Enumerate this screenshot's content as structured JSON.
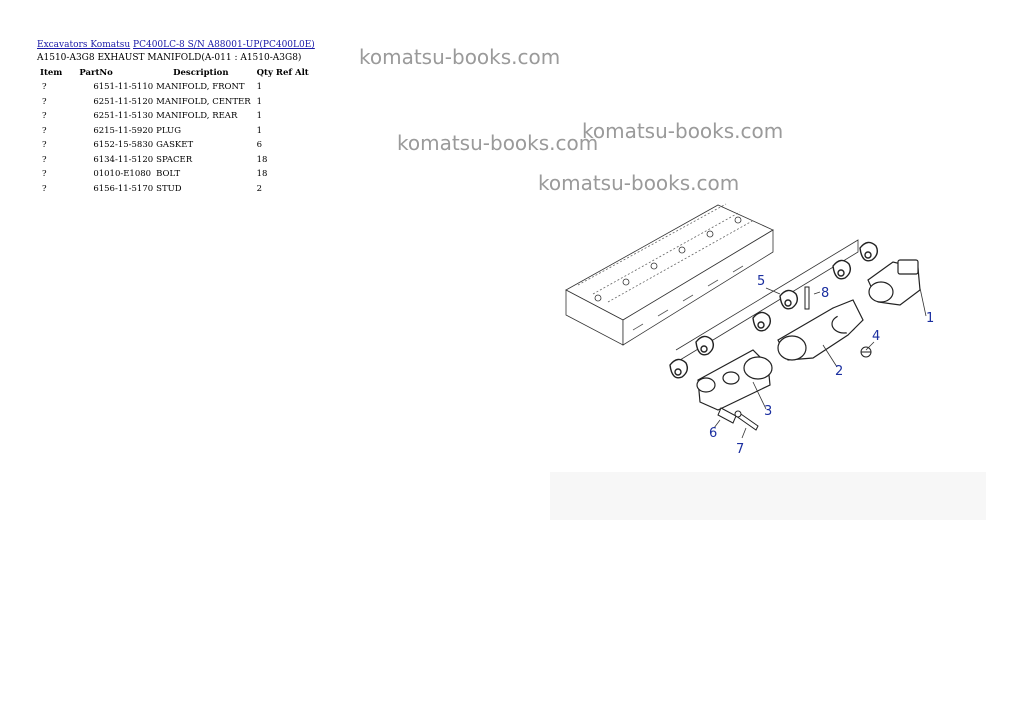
{
  "breadcrumb": {
    "link1": "Excavators Komatsu",
    "link2": "PC400LC-8 S/N A88001-UP(PC400L0E)"
  },
  "subtitle": "A1510-A3G8 EXHAUST MANIFOLD(A-011 : A1510-A3G8)",
  "table": {
    "headers": [
      "Item",
      "PartNo",
      "Description",
      "Qty",
      "Ref",
      "Alt"
    ],
    "rows": [
      {
        "item": "?",
        "part_no": "6151-11-5110",
        "description": "MANIFOLD, FRONT",
        "qty": "1"
      },
      {
        "item": "?",
        "part_no": "6251-11-5120",
        "description": "MANIFOLD, CENTER",
        "qty": "1"
      },
      {
        "item": "?",
        "part_no": "6251-11-5130",
        "description": "MANIFOLD, REAR",
        "qty": "1"
      },
      {
        "item": "?",
        "part_no": "6215-11-5920",
        "description": "PLUG",
        "qty": "1"
      },
      {
        "item": "?",
        "part_no": "6152-15-5830",
        "description": "GASKET",
        "qty": "6"
      },
      {
        "item": "?",
        "part_no": "6134-11-5120",
        "description": "SPACER",
        "qty": "18"
      },
      {
        "item": "?",
        "part_no": "01010-E1080",
        "description": "BOLT",
        "qty": "18"
      },
      {
        "item": "?",
        "part_no": "6156-11-5170",
        "description": "STUD",
        "qty": "2"
      }
    ]
  },
  "watermarks": [
    "komatsu-books.com",
    "komatsu-books.com",
    "komatsu-books.com",
    "komatsu-books.com"
  ],
  "diagram": {
    "callouts": [
      "1",
      "2",
      "3",
      "4",
      "5",
      "6",
      "7",
      "8"
    ]
  },
  "colors": {
    "link": "#1a1aa8",
    "callout": "#1b2fa0",
    "watermark": "#9a9a9a"
  }
}
